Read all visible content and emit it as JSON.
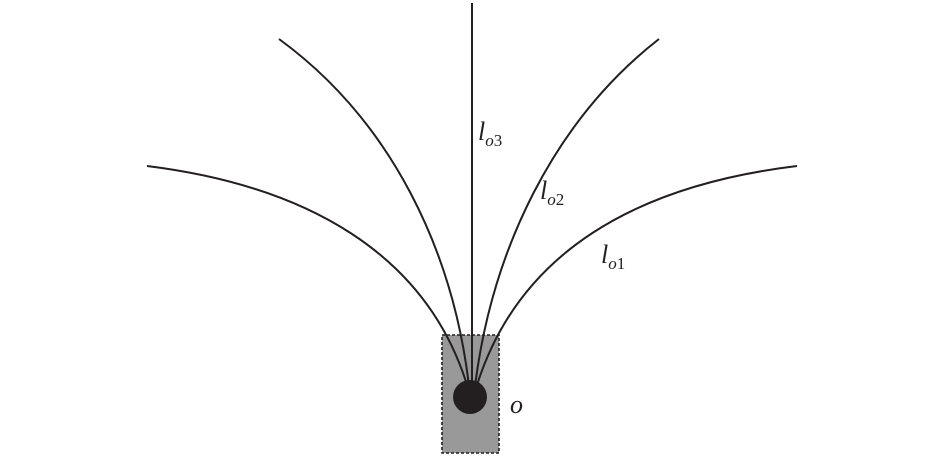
{
  "diagram": {
    "origin_label": "o",
    "paths": [
      {
        "id": "lo3",
        "main": "l",
        "sub": "o",
        "num": "3"
      },
      {
        "id": "lo2",
        "main": "l",
        "sub": "o",
        "num": "2"
      },
      {
        "id": "lo1",
        "main": "l",
        "sub": "o",
        "num": "1"
      }
    ]
  },
  "colors": {
    "stroke": "#231f20",
    "box_fill": "#999999",
    "dot": "#231f20"
  }
}
